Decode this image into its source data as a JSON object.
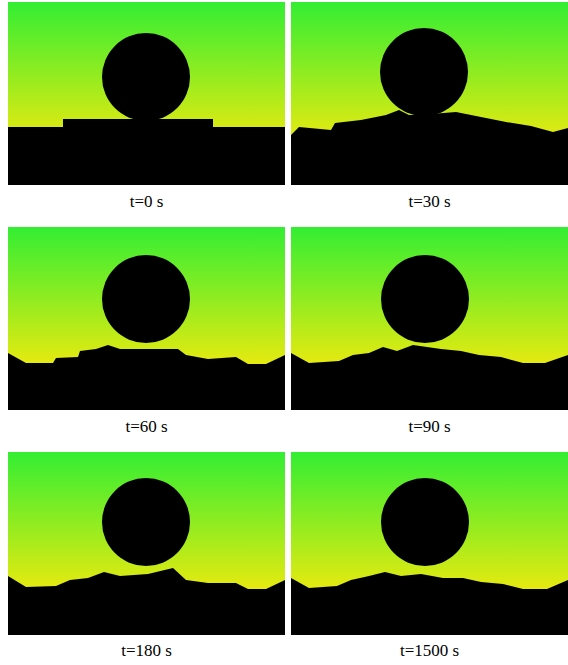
{
  "diagram": {
    "labels": [
      "t=0 s",
      "t=30 s",
      "t=60 s",
      "t=90 s",
      "t=180 s",
      "t=1500 s"
    ]
  }
}
